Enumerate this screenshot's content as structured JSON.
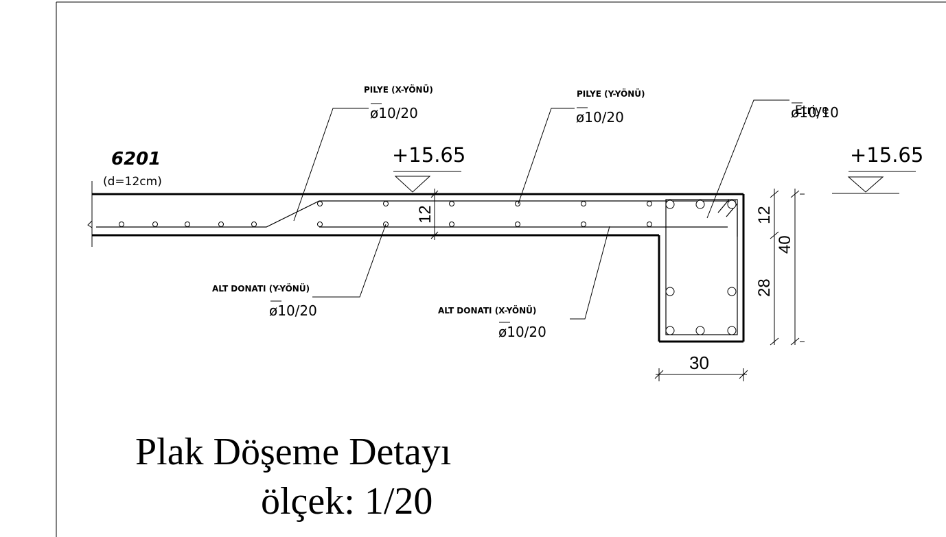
{
  "slab": {
    "id": "6201",
    "thickness": "(d=12cm)"
  },
  "levels": {
    "left": "+15.65",
    "right": "+15.65"
  },
  "rebar": {
    "pilye_x": {
      "label": "PILYE (X-YÖNÜ)",
      "spec": "ø10/20"
    },
    "pilye_y": {
      "label": "PILYE (Y-YÖNÜ)",
      "spec": "ø10/20"
    },
    "etriye": {
      "label": "Etriye",
      "spec": "ø10/10"
    },
    "alt_y": {
      "label": "ALT DONATI (Y-YÖNÜ)",
      "spec": "ø10/20"
    },
    "alt_x": {
      "label": "ALT DONATI (X-YÖNÜ)",
      "spec": "ø10/20"
    }
  },
  "dimensions": {
    "slab_thickness": "12",
    "beam_top": "12",
    "beam_total": "40",
    "beam_web": "28",
    "beam_width": "30"
  },
  "title": {
    "main": "Plak Döşeme Detayı",
    "scale": "ölçek: 1/20"
  }
}
